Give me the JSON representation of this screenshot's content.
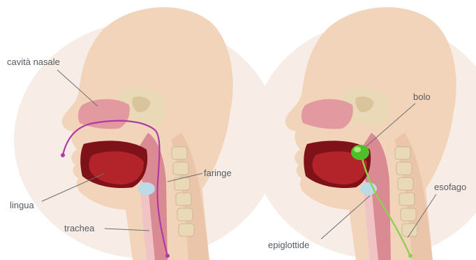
{
  "left_panel": {
    "labels": {
      "nasal_cavity": "cavità nasale",
      "tongue": "lingua",
      "trachea": "trachea",
      "pharynx": "faringe"
    },
    "airflow_color": "#b23aa6"
  },
  "right_panel": {
    "labels": {
      "bolus": "bolo",
      "esophagus": "esofago",
      "epiglottis": "epiglottide"
    },
    "bolus_color": "#4fbf2a",
    "swallow_path_color": "#8fd14f"
  },
  "colors": {
    "skin": "#f2d4bb",
    "skin_shadow": "#e8bfa1",
    "bone": "#ead9b6",
    "nasal_tissue": "#e29aa0",
    "tongue": "#b2242a",
    "mouth": "#7e1218",
    "airway": "#d98a93",
    "cartilage": "#b9dce8",
    "line": "#6d6d6d"
  }
}
